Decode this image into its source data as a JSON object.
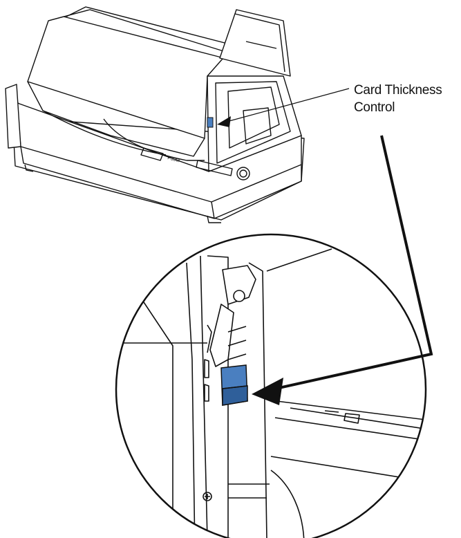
{
  "callout": {
    "line1": "Card Thickness",
    "line2": "Control"
  },
  "printer_model_label": "P330i",
  "colors": {
    "ink": "#111111",
    "highlight": "#4a7fc0",
    "highlight_dark": "#2f5f9a",
    "paper": "#ffffff"
  }
}
